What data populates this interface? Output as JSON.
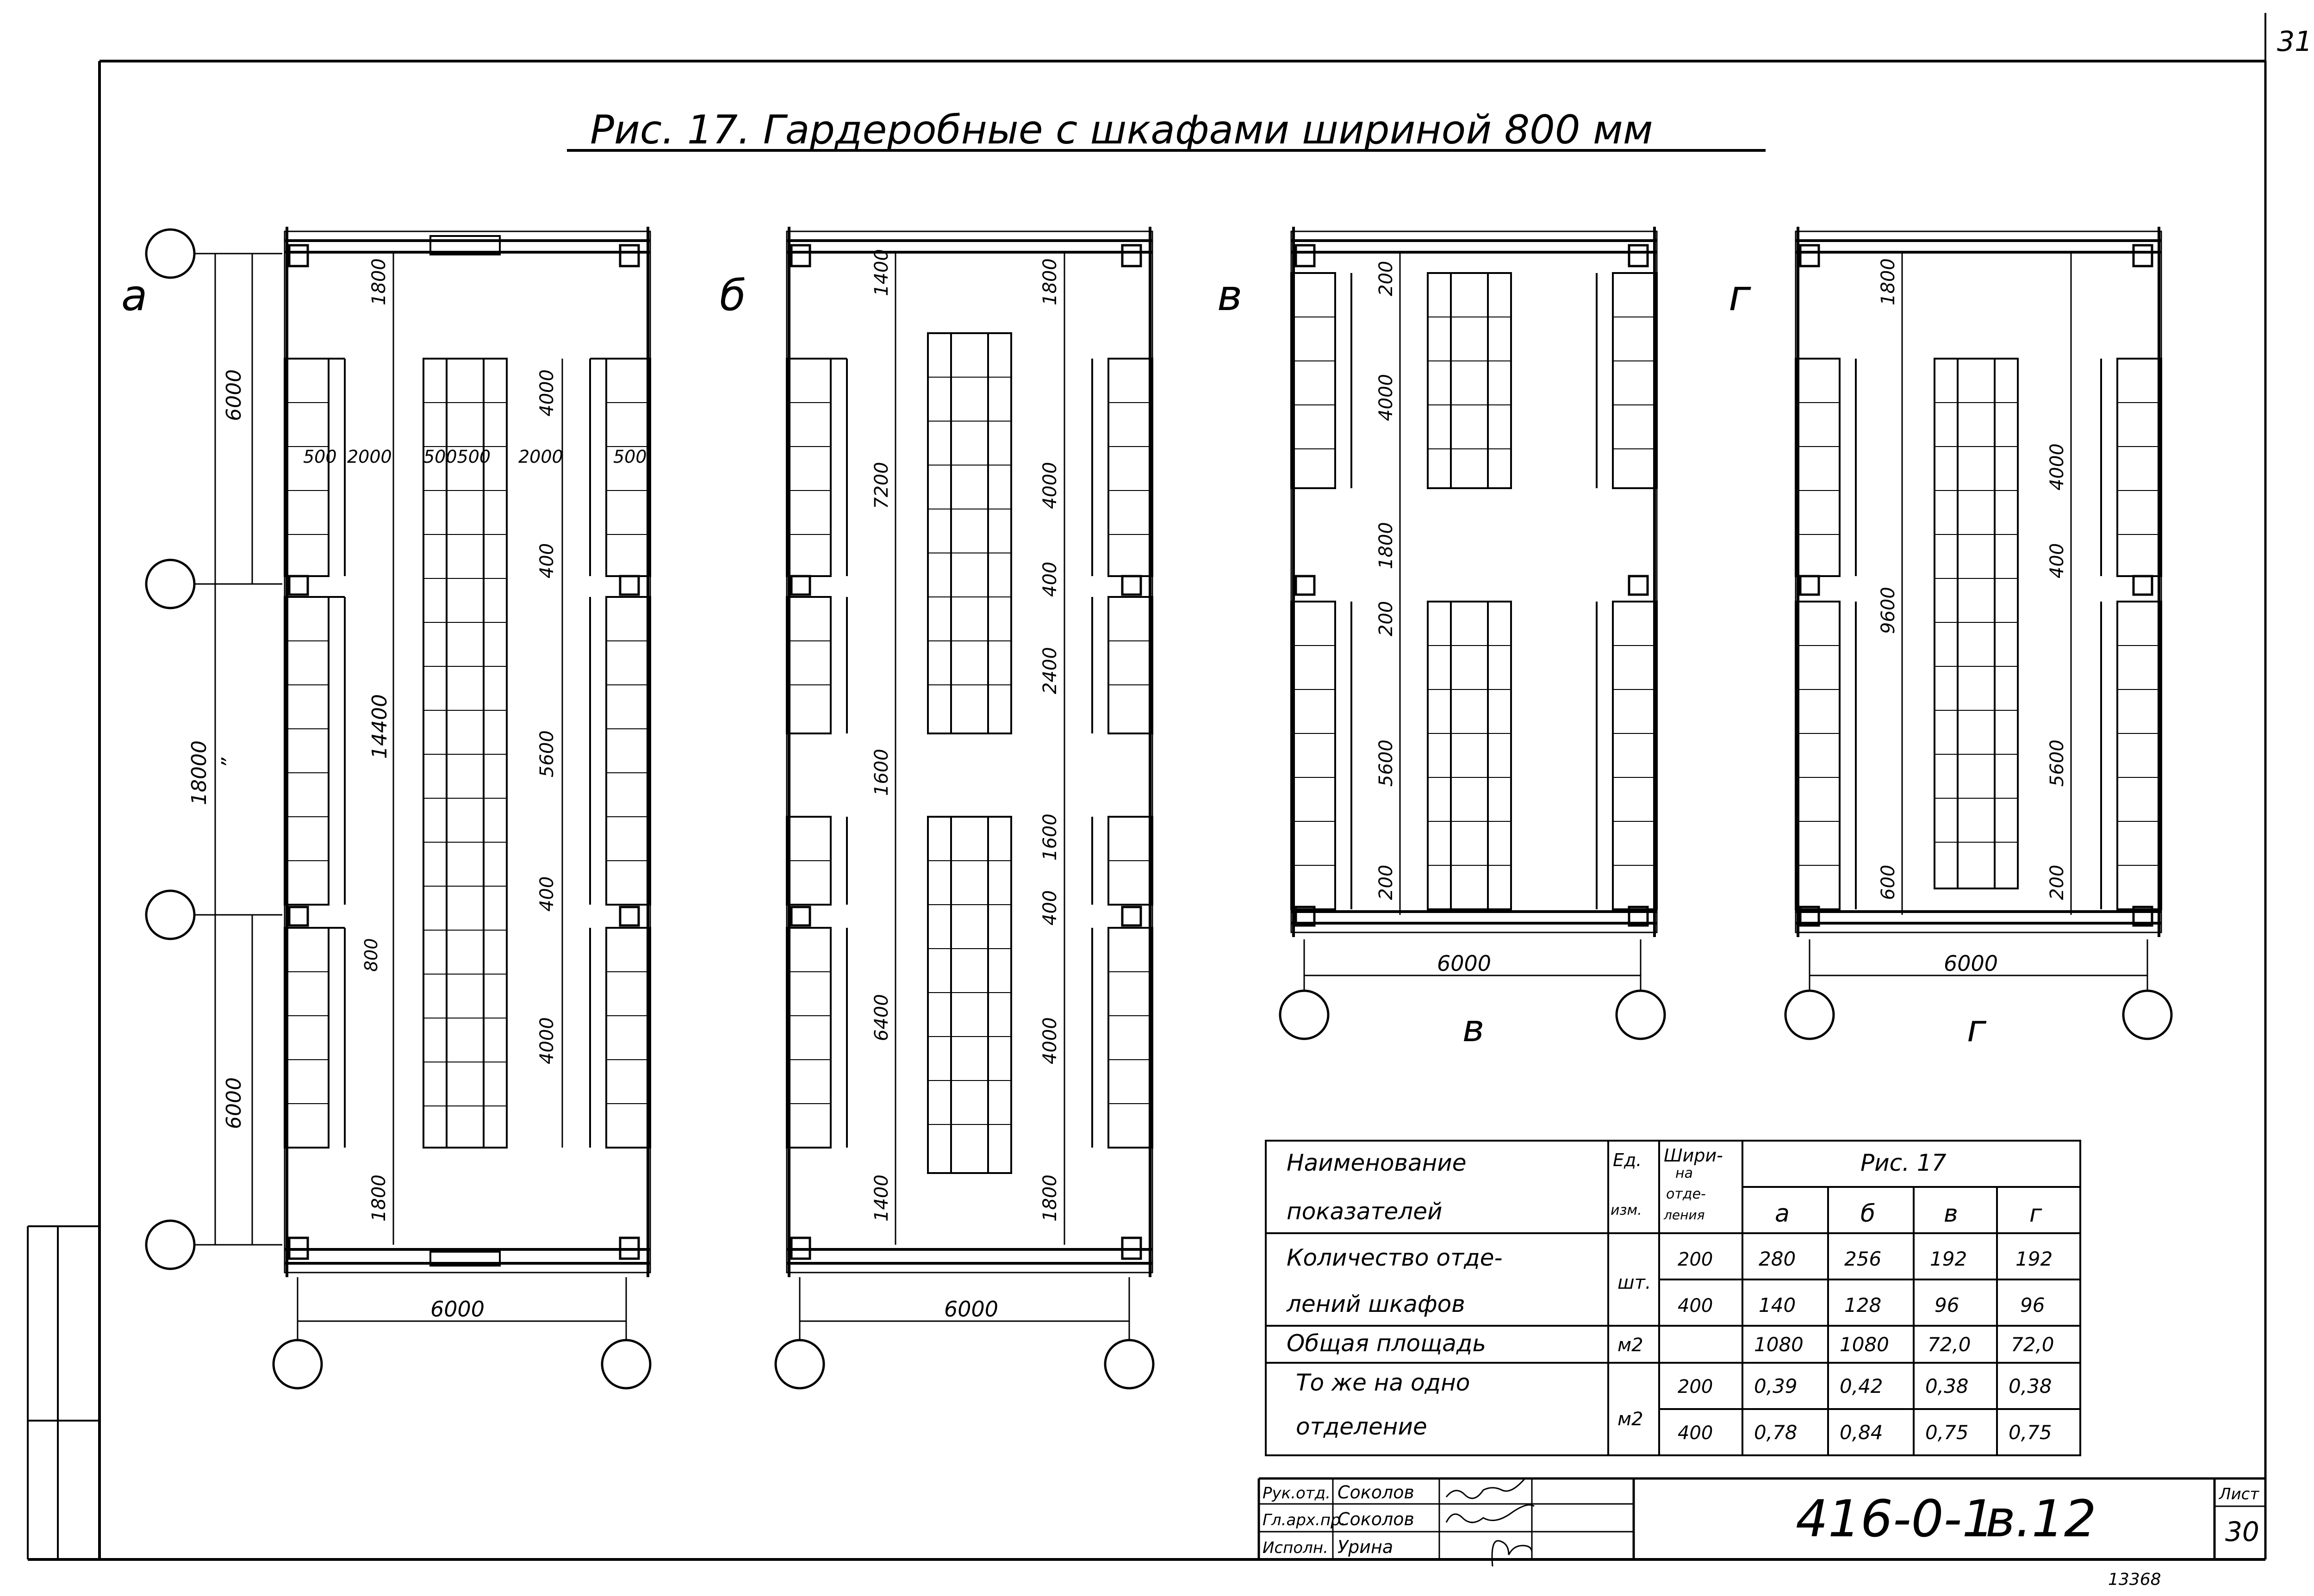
{
  "page_number_top": "31",
  "title": "Рис. 17. Гардеробные с шкафами шириной 800 мм",
  "variants": [
    {
      "letter": "а",
      "bottom_dimension": "6000",
      "dims_left": [
        "6000",
        "18000",
        "”",
        "6000"
      ],
      "dims_inner": [
        "1800",
        "500",
        "2000",
        "500500",
        "2000",
        "500",
        "4000",
        "400",
        "14400",
        "5600",
        "400",
        "800",
        "4000",
        "1800"
      ]
    },
    {
      "letter": "б",
      "bottom_dimension": "6000",
      "dims_inner": [
        "1400",
        "1800",
        "7200",
        "4000",
        "400",
        "2400",
        "1600",
        "400",
        "1600",
        "6400",
        "4000",
        "1400",
        "1800"
      ]
    },
    {
      "letter": "в",
      "bottom_dimension": "6000",
      "bottom_letter": "в",
      "dims_inner": [
        "200",
        "4000",
        "1800",
        "200",
        "5600",
        "200"
      ]
    },
    {
      "letter": "г",
      "bottom_dimension": "6000",
      "bottom_letter": "г",
      "dims_inner": [
        "1800",
        "9600",
        "4000",
        "400",
        "5600",
        "600",
        "200"
      ]
    }
  ],
  "table": {
    "col_name_line1": "Наименование",
    "col_name_line2": "показателей",
    "col_unit_line1": "Ед.",
    "col_unit_line2": "изм.",
    "col_width_line1": "Шири-",
    "col_width_line2": "на",
    "col_width_line3": "отде-",
    "col_width_line4": "ления",
    "fig_header": "Рис. 17",
    "variant_headers": [
      "а",
      "б",
      "в",
      "г"
    ],
    "rows": [
      {
        "name": "Количество отде-",
        "unit": "",
        "width": "200",
        "values": [
          "280",
          "256",
          "192",
          "192"
        ]
      },
      {
        "name": "лений шкафов",
        "unit": "шт.",
        "width": "400",
        "values": [
          "140",
          "128",
          "96",
          "96"
        ]
      },
      {
        "name": "Общая площадь",
        "unit": "м2",
        "width": "",
        "values": [
          "1080",
          "1080",
          "72,0",
          "72,0"
        ]
      },
      {
        "name": "То же на одно",
        "unit": "",
        "width": "200",
        "values": [
          "0,39",
          "0,42",
          "0,38",
          "0,38"
        ]
      },
      {
        "name": "отделение",
        "unit": "м2",
        "width": "400",
        "values": [
          "0,78",
          "0,84",
          "0,75",
          "0,75"
        ]
      }
    ]
  },
  "title_block": {
    "roles": [
      "Рук.отд.",
      "Гл.арх.пр.",
      "Исполн."
    ],
    "names": [
      "Соколов",
      "Соколов",
      "Урина"
    ],
    "doc_code": "416-0-1",
    "volume": "в.12",
    "sheet_label": "Лист",
    "sheet_number": "30",
    "archive_number": "13368"
  }
}
